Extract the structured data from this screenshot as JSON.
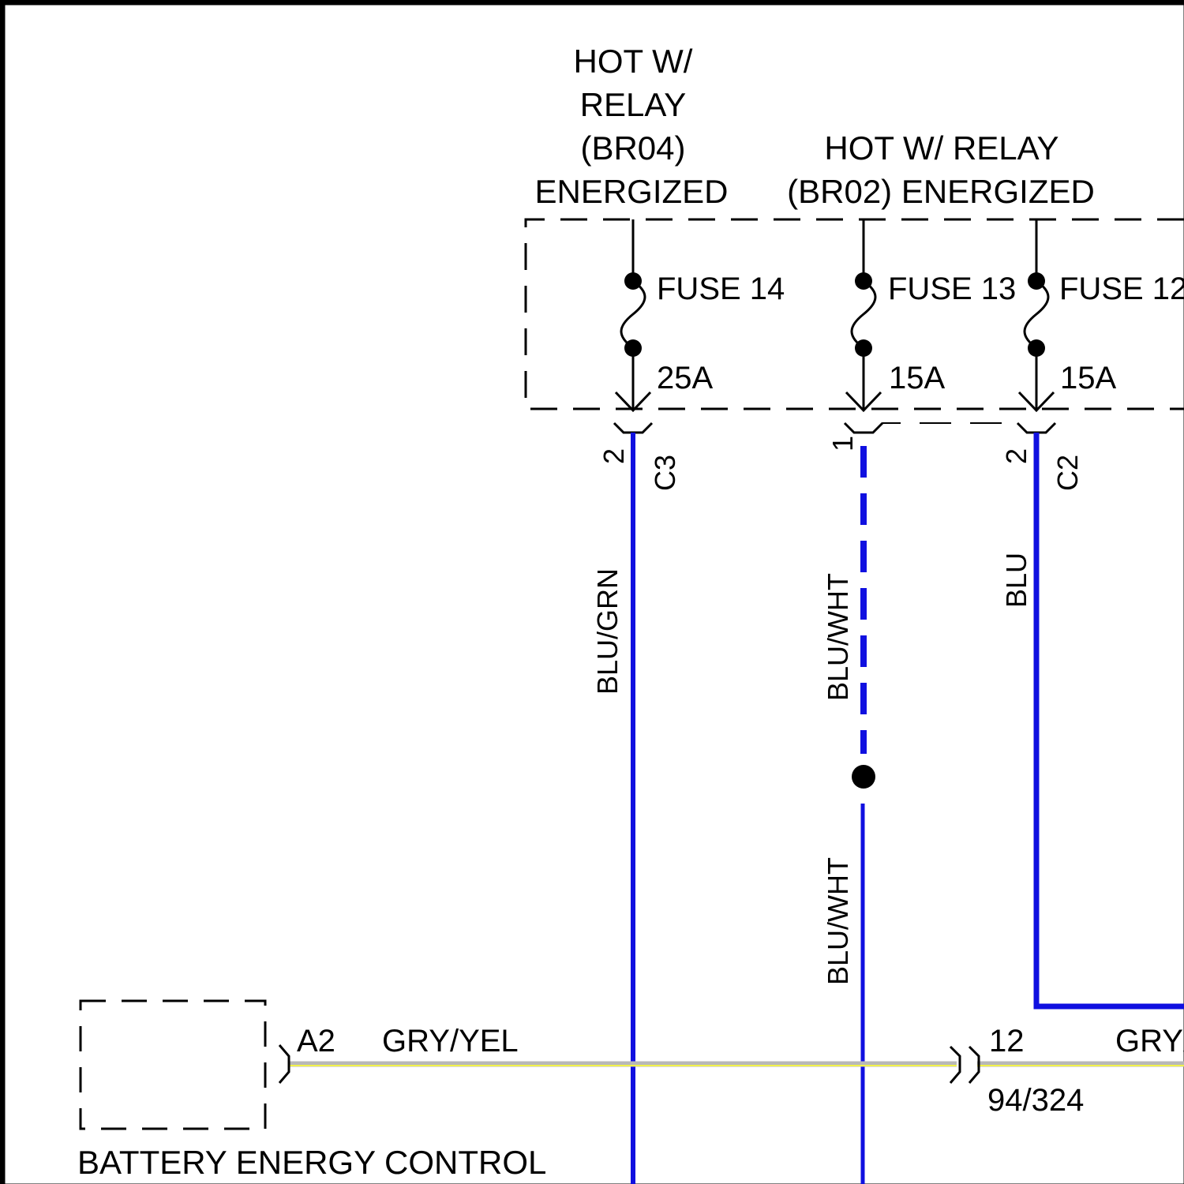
{
  "colors": {
    "border": "#000000",
    "wire_blue": "#1010e0",
    "wire_gray": "#b8b8b8",
    "wire_yellow": "#f2f24a",
    "splice_dot": "#000000"
  },
  "relay_br04": {
    "line1": "HOT W/",
    "line2": "RELAY",
    "line3": "(BR04)",
    "line4": "ENERGIZED"
  },
  "relay_br02": {
    "line1": "HOT W/ RELAY",
    "line2": "(BR02) ENERGIZED"
  },
  "fuses": [
    {
      "name": "FUSE 14",
      "rating": "25A",
      "pin": "2",
      "connector": "C3",
      "wire": "BLU/GRN",
      "icon": "fuse-icon"
    },
    {
      "name": "FUSE 13",
      "rating": "15A",
      "pin": "1",
      "connector": "",
      "wire": "BLU/WHT",
      "icon": "fuse-icon"
    },
    {
      "name": "FUSE 12",
      "rating": "15A",
      "pin": "2",
      "connector": "C2",
      "wire": "BLU",
      "icon": "fuse-icon"
    }
  ],
  "splice_wire_label": "BLU/WHT",
  "bottom_wire": {
    "connector_left": "A2",
    "color_left": "GRY/YEL",
    "connector_right_pin": "12",
    "color_right": "GRY/YEL",
    "connector_right_id": "94/324"
  },
  "component_label": "BATTERY ENERGY CONTROL"
}
